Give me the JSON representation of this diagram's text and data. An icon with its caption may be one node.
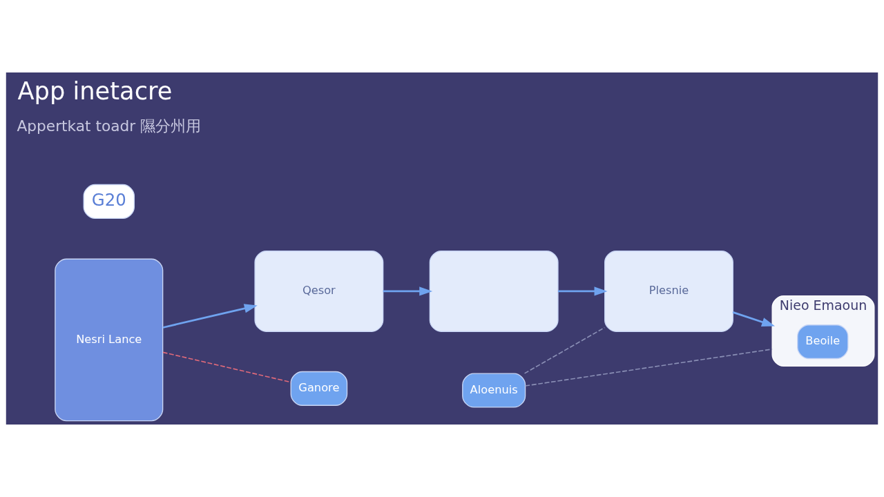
{
  "diagram": {
    "title": "App inetacre",
    "nodes": [
      {
        "text": [
          "Nesri Lance"
        ]
      },
      {
        "text": [
          "G20"
        ]
      },
      {
        "text": [
          "Qesor"
        ]
      },
      {
        "text": [],
        "shape": "box"
      },
      {
        "text": [
          "Plesnie"
        ]
      },
      {
        "text": [
          "Nieo Emaoun"
        ]
      },
      {
        "text": [
          "Beoile"
        ],
        "in": 5
      },
      {
        "text": [
          "Ganore"
        ]
      },
      {
        "text": [
          "Aloenuis"
        ]
      }
    ],
    "edges": [
      {
        "from": 0,
        "to": 2,
        "arrow": "to"
      },
      {
        "from": 2,
        "to": 3,
        "arrow": "to"
      },
      {
        "from": 3,
        "to": 4,
        "arrow": "to"
      },
      {
        "from": 4,
        "to": 5,
        "arrow": "to"
      },
      {
        "from": 0,
        "to": 7,
        "arrow": "none",
        "style": "dashed",
        "color": "#e06a7a"
      },
      {
        "from": 8,
        "to": 4,
        "arrow": "none",
        "style": "dashed",
        "color": "#8a8fb5"
      },
      {
        "from": 8,
        "to": 5,
        "arrow": "none",
        "style": "dashed",
        "color": "#8a8fb5"
      }
    ],
    "labels": [
      "Appertkat toadr 隰分州用"
    ]
  }
}
